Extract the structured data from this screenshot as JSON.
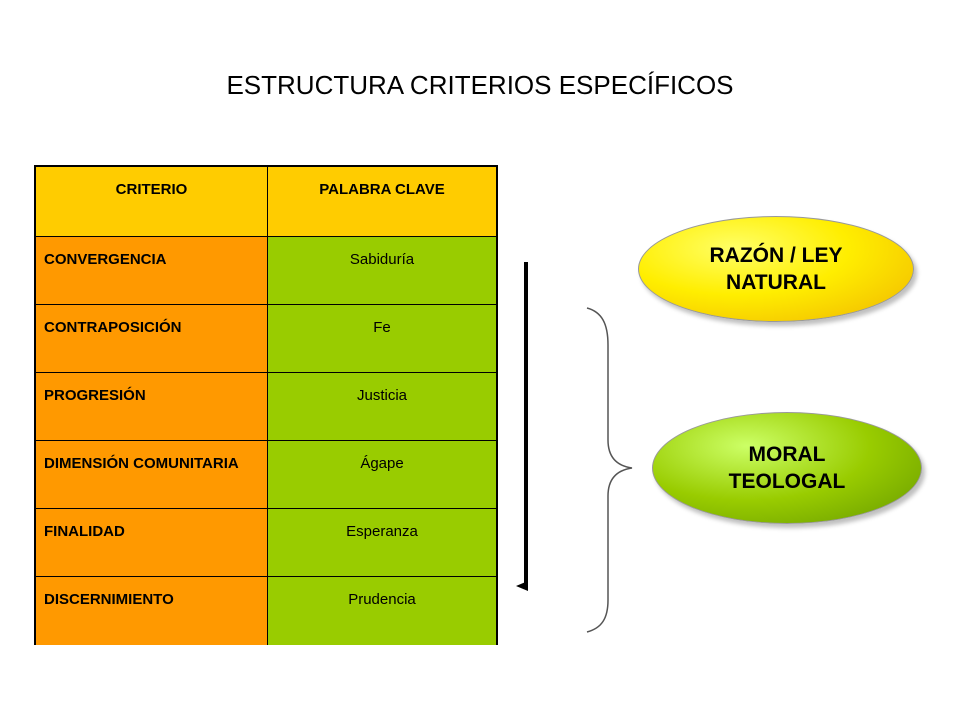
{
  "title": "ESTRUCTURA CRITERIOS ESPECÍFICOS",
  "table": {
    "headers": [
      "CRITERIO",
      "PALABRA CLAVE"
    ],
    "rows": [
      {
        "criterio": "CONVERGENCIA",
        "palabra": "Sabiduría"
      },
      {
        "criterio": "CONTRAPOSICIÓN",
        "palabra": "Fe"
      },
      {
        "criterio": "PROGRESIÓN",
        "palabra": "Justicia"
      },
      {
        "criterio": "DIMENSIÓN COMUNITARIA",
        "palabra": "Ágape"
      },
      {
        "criterio": "FINALIDAD",
        "palabra": "Esperanza"
      },
      {
        "criterio": "DISCERNIMIENTO",
        "palabra": "Prudencia"
      }
    ]
  },
  "ovals": {
    "top": "RAZÓN / LEY NATURAL",
    "bottom": "MORAL TEOLOGAL"
  },
  "colors": {
    "header": "#ffcc00",
    "criterio": "#ff9900",
    "palabra": "#99cc00"
  }
}
